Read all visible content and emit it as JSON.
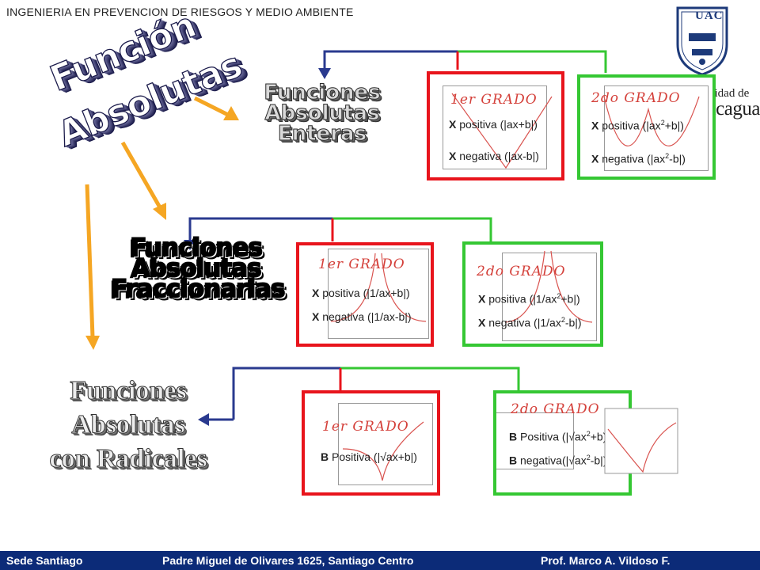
{
  "header": {
    "text": "INGENIERIA EN PREVENCION DE RIESGOS Y MEDIO AMBIENTE"
  },
  "logo": {
    "initials": "UAC",
    "university_small": "Universidad de",
    "university_big": "Aconcagua"
  },
  "main_title": {
    "line1": "Función",
    "line2": "Absolutas"
  },
  "enteras": {
    "line1": "Funciones",
    "line2": "Absolutas",
    "line3": "Enteras"
  },
  "fraccionarias": {
    "line1": "Funciones",
    "line2": "Absolutas",
    "line3": "Fraccionarias"
  },
  "radicales": {
    "line1": "Funciones",
    "line2": "Absolutas",
    "line3": "con Radicales"
  },
  "panels": {
    "ent_1": {
      "grado": "1er GRADO",
      "pos_label": "X",
      "pos_text": "positiva (|ax+b|)",
      "neg_label": "X",
      "neg_text": "negativa (|ax-b|)"
    },
    "ent_2": {
      "grado": "2do GRADO",
      "pos_label": "X",
      "pos_text": "positiva (|ax",
      "pos_exp": "2",
      "pos_tail": "+b|)",
      "neg_label": "X",
      "neg_text": "negativa (|ax",
      "neg_exp": "2",
      "neg_tail": "-b|)"
    },
    "frac_1": {
      "grado": "1er GRADO",
      "pos_label": "X",
      "pos_text": "positiva (|1/ax+b|)",
      "neg_label": "X",
      "neg_text": "negativa (|1/ax-b|)"
    },
    "frac_2": {
      "grado": "2do GRADO",
      "pos_label": "X",
      "pos_text": "positiva (|1/ax",
      "pos_exp": "2",
      "pos_tail": "+b|)",
      "neg_label": "X",
      "neg_text": "negativa (|1/ax",
      "neg_exp": "2",
      "neg_tail": "-b|)"
    },
    "rad_1": {
      "grado": "1er GRADO",
      "pos_label": "B",
      "pos_text": "Positiva (|√ax+b|)"
    },
    "rad_2": {
      "grado": "2do GRADO",
      "pos_label": "B",
      "pos_text": "Positiva (|√ax",
      "pos_exp": "2",
      "pos_tail": "+b)",
      "neg_label": "B",
      "neg_text": "negativa(|√ax",
      "neg_exp": "2",
      "neg_tail": "-b|)"
    }
  },
  "colors": {
    "navy": "#2a3a8f",
    "orange": "#f5a623",
    "red": "#e8141c",
    "green": "#35c733",
    "footer": "#0c2b78"
  },
  "footer": {
    "left": "Sede Santiago",
    "middle": "Padre Miguel de Olivares 1625, Santiago Centro",
    "right": "Prof. Marco A. Vildoso F."
  }
}
